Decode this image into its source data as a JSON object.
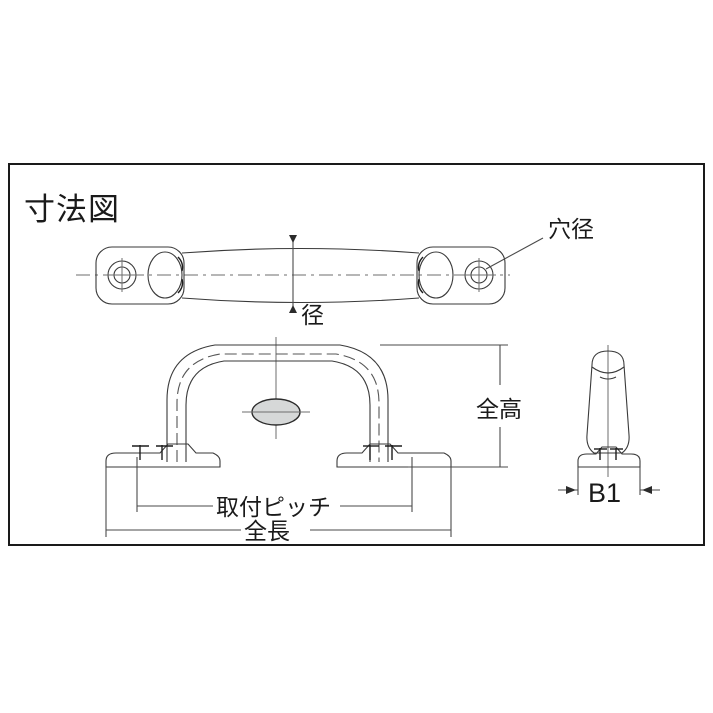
{
  "page": {
    "background_color": "#ffffff",
    "frame_border_color": "#1a1a1a",
    "line_color": "#3a3a3a",
    "accent_fill": "#d6d8d8"
  },
  "drawing": {
    "title": "寸法図",
    "title_meaning": "Dimensional drawing",
    "product": "handle / pull grip",
    "views": [
      {
        "name": "plan-view",
        "label": "top view of handle"
      },
      {
        "name": "elevation-view",
        "label": "front view of handle"
      },
      {
        "name": "end-view",
        "label": "side end view of handle"
      }
    ]
  },
  "labels": {
    "hole_diameter": "穴径",
    "bar_diameter": "径",
    "overall_height": "全高",
    "mounting_pitch": "取付ピッチ",
    "overall_length": "全長",
    "base_width": "B1"
  }
}
